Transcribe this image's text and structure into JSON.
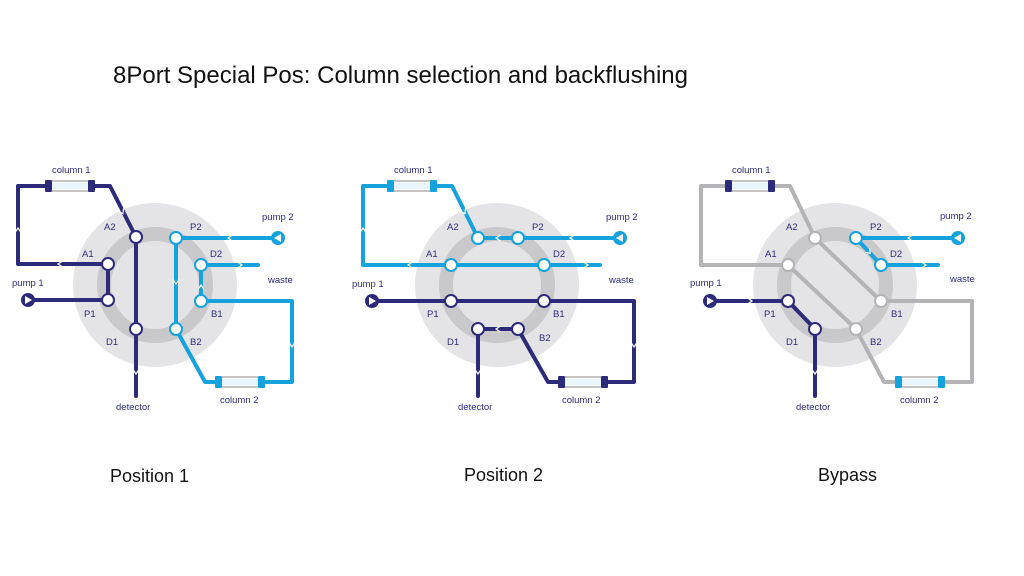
{
  "title": "8Port Special Pos: Column selection and backflushing",
  "colors": {
    "navy": "#2d2a7a",
    "cyan": "#16a2dc",
    "grey": "#b4b4b6",
    "disc_outer": "#e4e4e6",
    "disc_ring": "#c9c9cc",
    "label": "#2d2a7a"
  },
  "icons": [
    "pump-arrow-icon",
    "column-cartridge-icon",
    "flow-arrow-icon"
  ],
  "diagrams": [
    {
      "caption": "Position 1",
      "labels": {
        "column1": "column 1",
        "column2": "column 2",
        "pump1": "pump 1",
        "pump2": "pump 2",
        "waste": "waste",
        "detector": "detector",
        "A2": "A2",
        "P2": "P2",
        "A1": "A1",
        "D2": "D2",
        "P1": "P1",
        "B1": "B1",
        "D1": "D1",
        "B2": "B2"
      }
    },
    {
      "caption": "Position 2",
      "labels": {
        "column1": "column 1",
        "column2": "column 2",
        "pump1": "pump 1",
        "pump2": "pump 2",
        "waste": "waste",
        "detector": "detector",
        "A2": "A2",
        "P2": "P2",
        "A1": "A1",
        "D2": "D2",
        "P1": "P1",
        "B1": "B1",
        "D1": "D1",
        "B2": "B2"
      }
    },
    {
      "caption": "Bypass",
      "labels": {
        "column1": "column 1",
        "column2": "column 2",
        "pump1": "pump 1",
        "pump2": "pump 2",
        "waste": "waste",
        "detector": "detector",
        "A2": "A2",
        "P2": "P2",
        "A1": "A1",
        "D2": "D2",
        "P1": "P1",
        "B1": "B1",
        "D1": "D1",
        "B2": "B2"
      }
    }
  ]
}
